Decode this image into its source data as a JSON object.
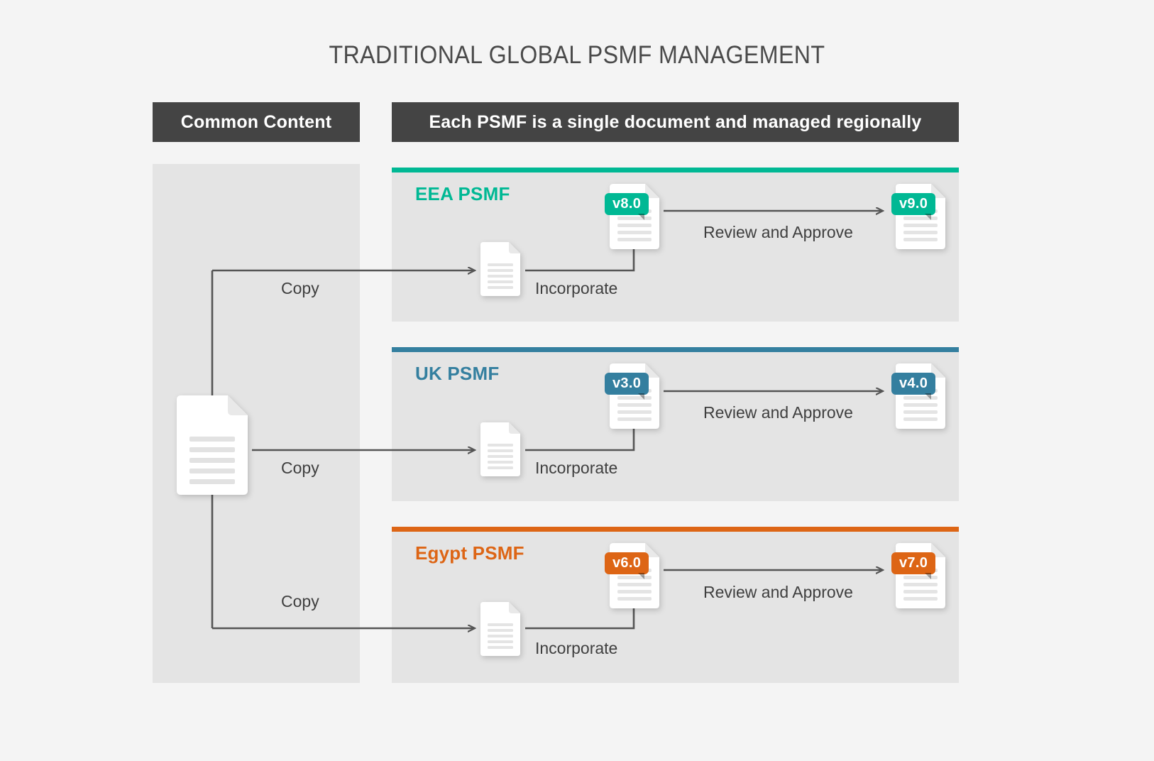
{
  "title": "TRADITIONAL GLOBAL PSMF MANAGEMENT",
  "headers": {
    "left": "Common Content",
    "right": "Each PSMF is a single document and managed regionally"
  },
  "colors": {
    "page_background": "#f4f4f4",
    "panel_background": "#e4e4e4",
    "header_bar": "#444444",
    "eea_accent": "#00b894",
    "uk_accent": "#347f9f",
    "egypt_accent": "#dd6515",
    "connector": "#555555",
    "text_dark": "#4a4a4a"
  },
  "common_content": {
    "document_name": "common-content-document",
    "line_count": 6
  },
  "connector_labels": {
    "copy": "Copy",
    "incorporate": "Incorporate",
    "review_and_approve": "Review and Approve"
  },
  "regions": [
    {
      "id": "eea",
      "title": "EEA PSMF",
      "accent": "#00b894",
      "copy_label": "Copy",
      "incorporate_label": "Incorporate",
      "review_label": "Review and Approve",
      "source_version": "v8.0",
      "approved_version": "v9.0"
    },
    {
      "id": "uk",
      "title": "UK PSMF",
      "accent": "#347f9f",
      "copy_label": "Copy",
      "incorporate_label": "Incorporate",
      "review_label": "Review and Approve",
      "source_version": "v3.0",
      "approved_version": "v4.0"
    },
    {
      "id": "egypt",
      "title": "Egypt PSMF",
      "accent": "#dd6515",
      "copy_label": "Copy",
      "incorporate_label": "Incorporate",
      "review_label": "Review and Approve",
      "source_version": "v6.0",
      "approved_version": "v7.0"
    }
  ]
}
